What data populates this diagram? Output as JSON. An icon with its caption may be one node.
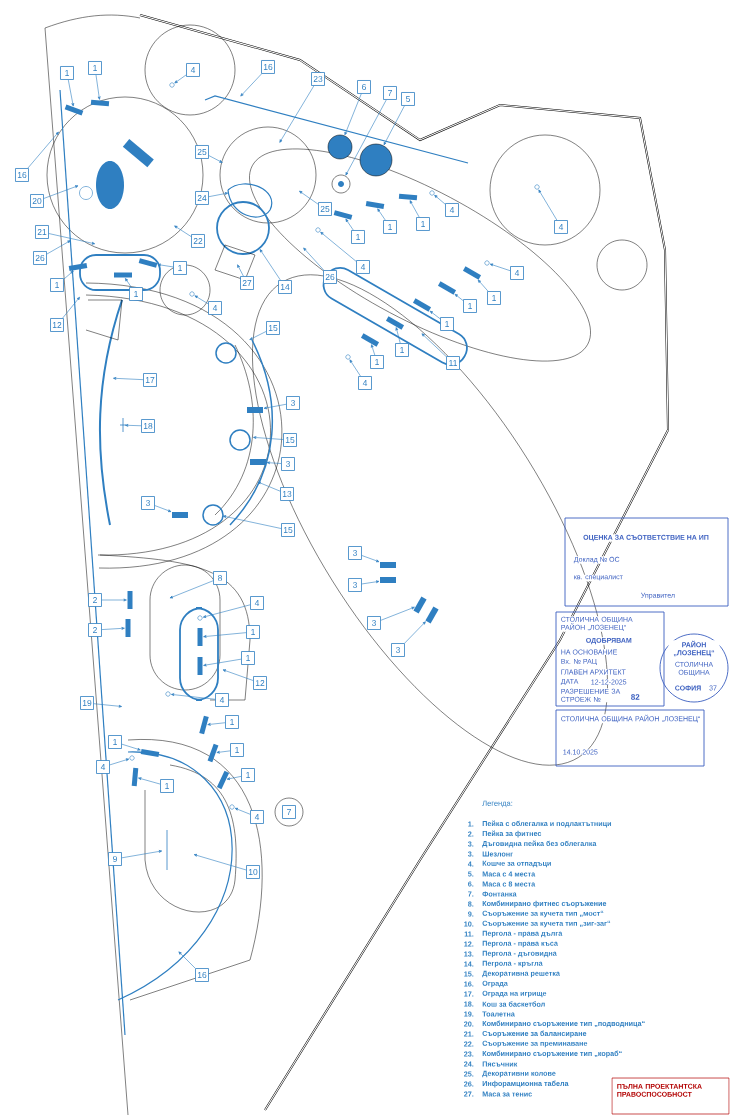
{
  "diagram": {
    "nodes": [
      {
        "text": [
          "1"
        ]
      },
      {
        "text": [
          "1"
        ]
      },
      {
        "text": [
          "4"
        ]
      },
      {
        "text": [
          "16"
        ]
      },
      {
        "text": [
          "23"
        ]
      },
      {
        "text": [
          "6"
        ]
      },
      {
        "text": [
          "7"
        ]
      },
      {
        "text": [
          "5"
        ]
      },
      {
        "text": [
          "16"
        ]
      },
      {
        "text": [
          "25"
        ]
      },
      {
        "text": [
          "20"
        ]
      },
      {
        "text": [
          "24"
        ]
      },
      {
        "text": [
          "25"
        ]
      },
      {
        "text": [
          "1"
        ]
      },
      {
        "text": [
          "4"
        ]
      },
      {
        "text": [
          "1"
        ]
      },
      {
        "text": [
          "4"
        ]
      },
      {
        "text": [
          "1"
        ]
      },
      {
        "text": [
          "21"
        ]
      },
      {
        "text": [
          "22"
        ]
      },
      {
        "text": [
          "26"
        ]
      },
      {
        "text": [
          "1"
        ]
      },
      {
        "text": [
          "4"
        ]
      },
      {
        "text": [
          "4"
        ]
      },
      {
        "text": [
          "26"
        ]
      },
      {
        "text": [
          "27"
        ]
      },
      {
        "text": [
          "14"
        ]
      },
      {
        "text": [
          "1"
        ]
      },
      {
        "text": [
          "1"
        ]
      },
      {
        "text": [
          "1"
        ]
      },
      {
        "text": [
          "4"
        ]
      },
      {
        "text": [
          "1"
        ]
      },
      {
        "text": [
          "12"
        ]
      },
      {
        "text": [
          "1"
        ]
      },
      {
        "text": [
          "15"
        ]
      },
      {
        "text": [
          "1"
        ]
      },
      {
        "text": [
          "1"
        ]
      },
      {
        "text": [
          "11"
        ]
      },
      {
        "text": [
          "4"
        ]
      },
      {
        "text": [
          "17"
        ]
      },
      {
        "text": [
          "3"
        ]
      },
      {
        "text": [
          "18"
        ]
      },
      {
        "text": [
          "15"
        ]
      },
      {
        "text": [
          "3"
        ]
      },
      {
        "text": [
          "13"
        ]
      },
      {
        "text": [
          "3"
        ]
      },
      {
        "text": [
          "15"
        ]
      },
      {
        "text": [
          "3"
        ]
      },
      {
        "text": [
          "8"
        ]
      },
      {
        "text": [
          "3"
        ]
      },
      {
        "text": [
          "2"
        ]
      },
      {
        "text": [
          "4"
        ]
      },
      {
        "text": [
          "3"
        ]
      },
      {
        "text": [
          "2"
        ]
      },
      {
        "text": [
          "1"
        ]
      },
      {
        "text": [
          "3"
        ]
      },
      {
        "text": [
          "1"
        ]
      },
      {
        "text": [
          "12"
        ]
      },
      {
        "text": [
          "4"
        ]
      },
      {
        "text": [
          "19"
        ]
      },
      {
        "text": [
          "1"
        ]
      },
      {
        "text": [
          "1"
        ]
      },
      {
        "text": [
          "1"
        ]
      },
      {
        "text": [
          "4"
        ]
      },
      {
        "text": [
          "1"
        ]
      },
      {
        "text": [
          "1"
        ]
      },
      {
        "text": [
          "7"
        ]
      },
      {
        "text": [
          "4"
        ]
      },
      {
        "text": [
          "9"
        ]
      },
      {
        "text": [
          "10"
        ]
      },
      {
        "text": [
          "16"
        ]
      },
      {
        "text": [],
        "shape": "bar"
      },
      {
        "text": [],
        "shape": "bar"
      },
      {
        "text": [],
        "shape": "circle"
      },
      {
        "text": [],
        "shape": "circle"
      },
      {
        "text": [],
        "shape": "circle"
      },
      {
        "text": [],
        "shape": "circle"
      },
      {
        "text": [],
        "shape": "bar"
      },
      {
        "text": [],
        "shape": "circle"
      },
      {
        "text": [],
        "shape": "bar"
      },
      {
        "text": [],
        "shape": "circle"
      },
      {
        "text": [],
        "shape": "bar"
      },
      {
        "text": [],
        "shape": "bar"
      },
      {
        "text": [],
        "shape": "circle"
      },
      {
        "text": [],
        "shape": "circle"
      },
      {
        "text": [],
        "shape": "bar"
      },
      {
        "text": [],
        "shape": "bar"
      },
      {
        "text": [],
        "shape": "bar"
      },
      {
        "text": [],
        "shape": "circle"
      },
      {
        "text": [],
        "shape": "bar"
      },
      {
        "text": [],
        "shape": "bar"
      },
      {
        "text": [],
        "shape": "bar"
      },
      {
        "text": [],
        "shape": "bar"
      },
      {
        "text": [],
        "shape": "circle"
      },
      {
        "text": [],
        "shape": "bar"
      },
      {
        "text": [],
        "shape": "bar"
      },
      {
        "text": [],
        "shape": "bar"
      },
      {
        "text": [],
        "shape": "bar"
      },
      {
        "text": [],
        "shape": "bar"
      },
      {
        "text": [],
        "shape": "bar"
      },
      {
        "text": [],
        "shape": "circle"
      },
      {
        "text": [],
        "shape": "bar"
      },
      {
        "text": [],
        "shape": "bar"
      },
      {
        "text": [],
        "shape": "bar"
      },
      {
        "text": [],
        "shape": "bar"
      },
      {
        "text": [],
        "shape": "bar"
      },
      {
        "text": [],
        "shape": "circle"
      },
      {
        "text": [],
        "shape": "bar"
      },
      {
        "text": [],
        "shape": "bar"
      },
      {
        "text": [],
        "shape": "bar"
      },
      {
        "text": [],
        "shape": "circle"
      },
      {
        "text": [],
        "shape": "bar"
      },
      {
        "text": [],
        "shape": "bar"
      },
      {
        "text": [],
        "shape": "circle"
      },
      {
        "text": [],
        "shape": "picture"
      }
    ],
    "edges": [
      {
        "from": 0,
        "to": 71,
        "arrow": "to"
      },
      {
        "from": 1,
        "to": 72,
        "arrow": "to"
      },
      {
        "from": 2,
        "to": 73,
        "arrow": "to"
      },
      {
        "from": 3,
        "to": null,
        "arrow": "to"
      },
      {
        "from": 4,
        "to": null,
        "arrow": "to"
      },
      {
        "from": 5,
        "to": 74,
        "arrow": "to"
      },
      {
        "from": 6,
        "to": 75,
        "arrow": "to"
      },
      {
        "from": 7,
        "to": 76,
        "arrow": "to"
      },
      {
        "from": 8,
        "to": null,
        "arrow": "to"
      },
      {
        "from": 9,
        "to": null,
        "arrow": "to"
      },
      {
        "from": 10,
        "to": 114,
        "arrow": "to"
      },
      {
        "from": 11,
        "to": null,
        "arrow": "to"
      },
      {
        "from": 12,
        "to": null,
        "arrow": "to"
      },
      {
        "from": 13,
        "to": 77,
        "arrow": "to"
      },
      {
        "from": 14,
        "to": 78,
        "arrow": "to"
      },
      {
        "from": 15,
        "to": 79,
        "arrow": "to"
      },
      {
        "from": 16,
        "to": 80,
        "arrow": "to"
      },
      {
        "from": 17,
        "to": 81,
        "arrow": "to"
      },
      {
        "from": 18,
        "to": null,
        "arrow": "to"
      },
      {
        "from": 19,
        "to": null,
        "arrow": "to"
      },
      {
        "from": 20,
        "to": null,
        "arrow": "to"
      },
      {
        "from": 21,
        "to": 82,
        "arrow": "to"
      },
      {
        "from": 22,
        "to": 83,
        "arrow": "to"
      },
      {
        "from": 23,
        "to": 84,
        "arrow": "to"
      },
      {
        "from": 24,
        "to": null,
        "arrow": "to"
      },
      {
        "from": 25,
        "to": null,
        "arrow": "to"
      },
      {
        "from": 26,
        "to": null,
        "arrow": "to"
      },
      {
        "from": 27,
        "to": 85,
        "arrow": "to"
      },
      {
        "from": 28,
        "to": 86,
        "arrow": "to"
      },
      {
        "from": 29,
        "to": 87,
        "arrow": "to"
      },
      {
        "from": 30,
        "to": 88,
        "arrow": "to"
      },
      {
        "from": 31,
        "to": 89,
        "arrow": "to"
      },
      {
        "from": 32,
        "to": null,
        "arrow": "to"
      },
      {
        "from": 33,
        "to": 90,
        "arrow": "to"
      },
      {
        "from": 34,
        "to": null,
        "arrow": "to"
      },
      {
        "from": 35,
        "to": 91,
        "arrow": "to"
      },
      {
        "from": 36,
        "to": 92,
        "arrow": "to"
      },
      {
        "from": 37,
        "to": null,
        "arrow": "to"
      },
      {
        "from": 38,
        "to": 93,
        "arrow": "to"
      },
      {
        "from": 39,
        "to": null,
        "arrow": "to"
      },
      {
        "from": 40,
        "to": 94,
        "arrow": "to"
      },
      {
        "from": 41,
        "to": null,
        "arrow": "to"
      },
      {
        "from": 42,
        "to": null,
        "arrow": "to"
      },
      {
        "from": 43,
        "to": 95,
        "arrow": "to"
      },
      {
        "from": 44,
        "to": null,
        "arrow": "to"
      },
      {
        "from": 45,
        "to": 96,
        "arrow": "to"
      },
      {
        "from": 46,
        "to": null,
        "arrow": "to"
      },
      {
        "from": 47,
        "to": 97,
        "arrow": "to"
      },
      {
        "from": 48,
        "to": null,
        "arrow": "to"
      },
      {
        "from": 49,
        "to": 98,
        "arrow": "to"
      },
      {
        "from": 50,
        "to": 99,
        "arrow": "to"
      },
      {
        "from": 51,
        "to": 100,
        "arrow": "to"
      },
      {
        "from": 52,
        "to": 101,
        "arrow": "to"
      },
      {
        "from": 53,
        "to": 102,
        "arrow": "to"
      },
      {
        "from": 54,
        "to": 103,
        "arrow": "to"
      },
      {
        "from": 55,
        "to": 104,
        "arrow": "to"
      },
      {
        "from": 56,
        "to": 105,
        "arrow": "to"
      },
      {
        "from": 57,
        "to": null,
        "arrow": "to"
      },
      {
        "from": 58,
        "to": 106,
        "arrow": "to"
      },
      {
        "from": 59,
        "to": null,
        "arrow": "to"
      },
      {
        "from": 60,
        "to": 107,
        "arrow": "to"
      },
      {
        "from": 61,
        "to": 108,
        "arrow": "to"
      },
      {
        "from": 62,
        "to": 109,
        "arrow": "to"
      },
      {
        "from": 63,
        "to": 110,
        "arrow": "to"
      },
      {
        "from": 64,
        "to": 111,
        "arrow": "to"
      },
      {
        "from": 65,
        "to": 112,
        "arrow": "to"
      },
      {
        "from": 67,
        "to": 113,
        "arrow": "to"
      },
      {
        "from": 68,
        "to": null,
        "arrow": "to"
      },
      {
        "from": 69,
        "to": null,
        "arrow": "to"
      },
      {
        "from": 70,
        "to": null,
        "arrow": "to"
      }
    ],
    "labels": [
      "Легенда:",
      "1.",
      "Пейка с облегалка и подлактътници",
      "2.",
      "Пейка за фитнес",
      "3.",
      "Дъговидна пейка без облегалка",
      "3.",
      "Шезлонг",
      "4.",
      "Кошче за отпадъци",
      "5.",
      "Маса с 4 места",
      "6.",
      "Маса с 8 места",
      "7.",
      "Фонтанка",
      "8.",
      "Комбинирано фитнес съоръжение",
      "9.",
      "Съоръжение за кучета тип „мост“",
      "10.",
      "Съоръжение за кучета тип „зиг-заг“",
      "11.",
      "Пергола - права дълга",
      "12.",
      "Пергола - права къса",
      "13.",
      "Пергола - дъговидна",
      "14.",
      "Пегрола - кръгла",
      "15.",
      "Декоративна решетка",
      "16.",
      "Ограда",
      "17.",
      "Ограда на игрище",
      "18.",
      "Кош за баскетбол",
      "19.",
      "Тоалетна",
      "20.",
      "Комбинирано съоръжение тип „подводница“",
      "21.",
      "Съоръжение за балансиране",
      "22.",
      "Съоръжение за преминаване",
      "23.",
      "Комбинирано съоръжение тип „кораб“",
      "24.",
      "Пясъчник",
      "25.",
      "Декоративни колове",
      "26.",
      "Инфорамционна табела",
      "27.",
      "Маса за тенис",
      "ОЦЕНКА ЗА СЪОТВЕТСТВИЕ НА ИП",
      "Доклад № ОС",
      "кв. специалист",
      "Управител",
      "СТОЛИЧНА ОБЩИНА РАЙОН „ЛОЗЕНЕЦ“",
      "ОДОБРЯВАМ",
      "НА ОСНОВАНИЕ",
      "Вх. № РАЦ",
      "ГЛАВЕН АРХИТЕКТ",
      "ДАТА",
      "12-12-2025",
      "РАЗРЕШЕНИЕ ЗА СТРОЕЖ №",
      "82",
      "РАЙОН „ЛОЗЕНЕЦ“",
      "СТОЛИЧНА ОБЩИНА",
      "СОФИЯ",
      "37",
      "СТОЛИЧНА ОБЩИНА РАЙОН „ЛОЗЕНЕЦ“",
      "14.10.2025",
      "ПЪЛНА ПРОЕКТАНТСКА ПРАВОСПОСОБНОСТ"
    ]
  }
}
